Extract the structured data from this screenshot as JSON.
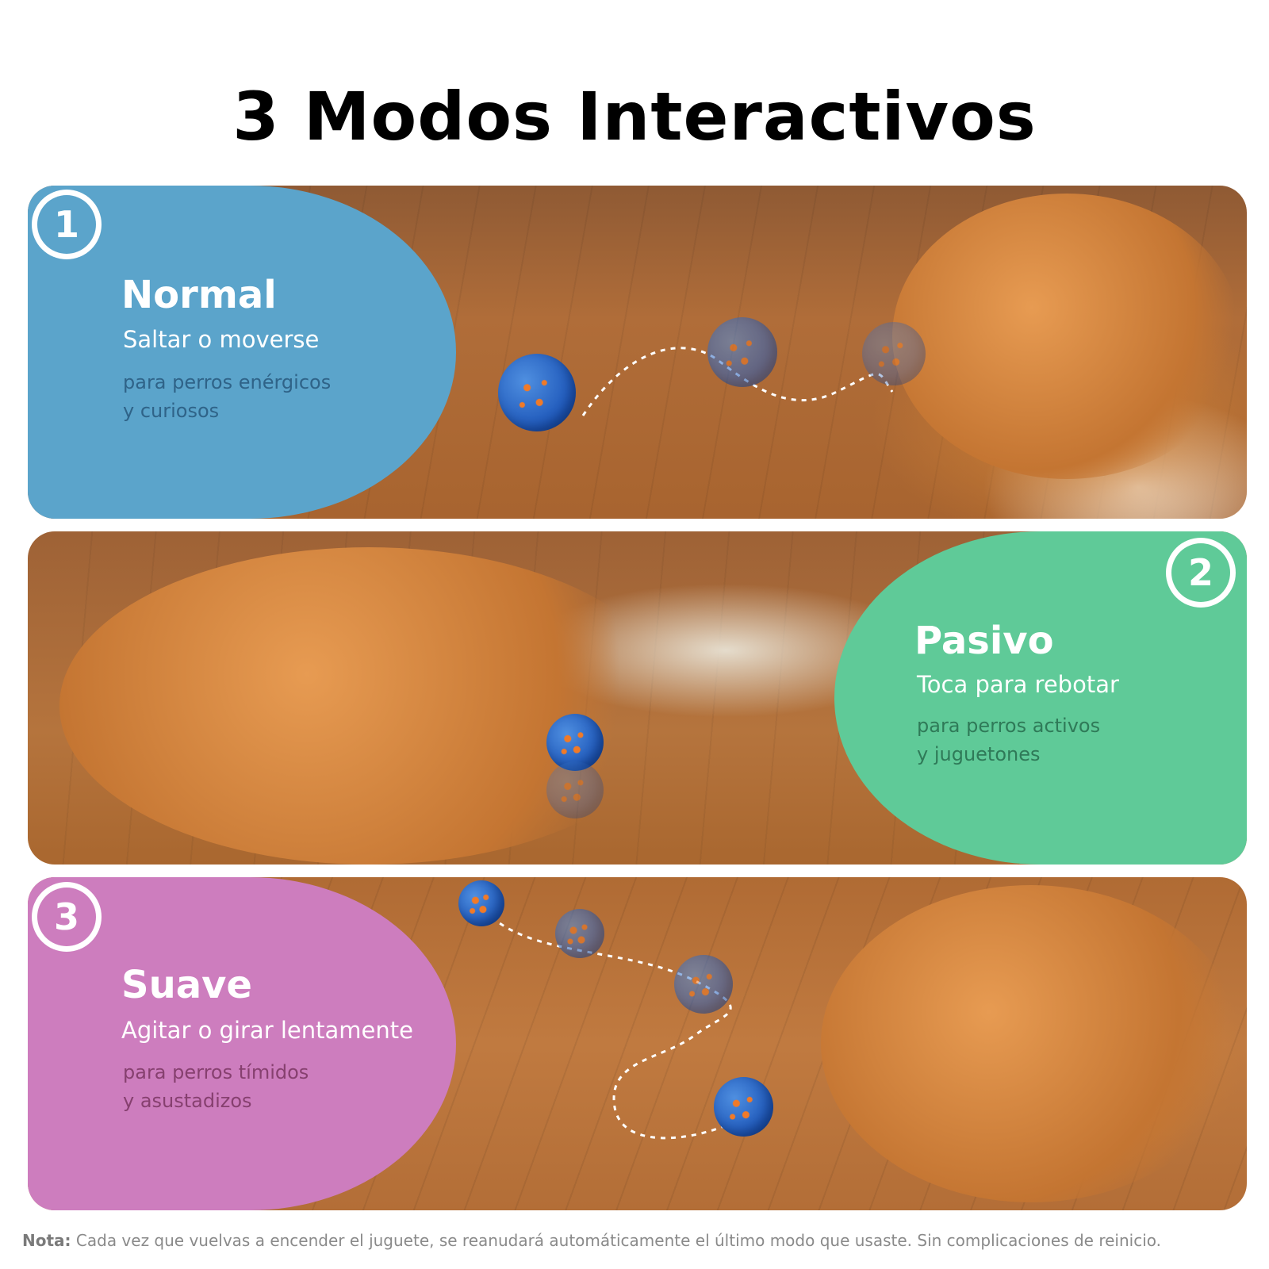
{
  "title": "3 Modos Interactivos",
  "modes": [
    {
      "number": "1",
      "name": "Normal",
      "action": "Saltar o moverse",
      "audience": "para perros enérgicos\ny curiosos",
      "color": "#5ba4cb"
    },
    {
      "number": "2",
      "name": "Pasivo",
      "action": "Toca para rebotar",
      "audience": "para perros activos\ny juguetones",
      "color": "#5fca98"
    },
    {
      "number": "3",
      "name": "Suave",
      "action": "Agitar o girar lentamente",
      "audience": "para perros tímidos\ny asustadizos",
      "color": "#cd7dbe"
    }
  ],
  "note": {
    "label": "Nota:",
    "text": "Cada vez que vuelvas a encender el juguete, se reanudará automáticamente el último modo que usaste. Sin complicaciones de reinicio."
  },
  "icons": [
    "ball-icon",
    "motion-path-icon",
    "dog-photo"
  ]
}
